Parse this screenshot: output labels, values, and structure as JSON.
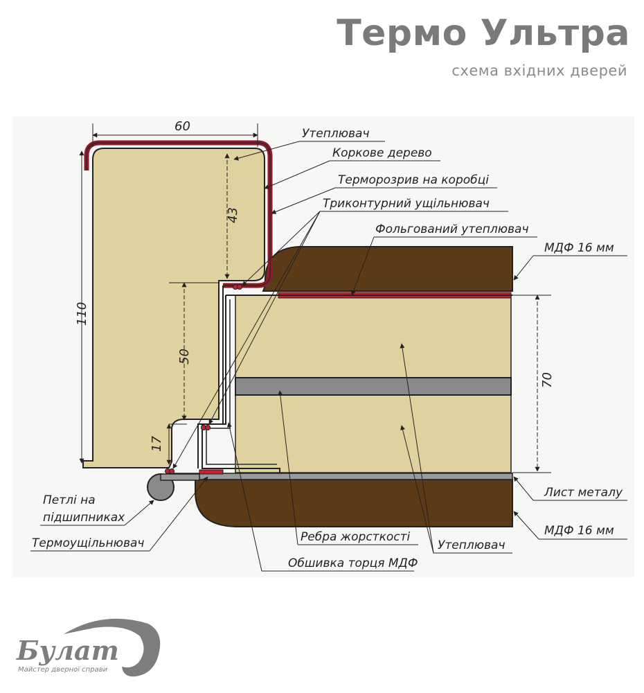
{
  "header": {
    "title": "Термо Ультра",
    "subtitle": "схема вхідних дверей"
  },
  "dimensions": {
    "width_top": "60",
    "height_frame": "110",
    "height_upper": "43",
    "height_middle": "50",
    "height_lower": "17",
    "door_thickness": "70"
  },
  "labels": {
    "insulation_top": "Утеплювач",
    "cork_wood": "Коркове дерево",
    "thermal_break": "Терморозрив на коробці",
    "triple_seal": "Триконтурний   ущільнювач",
    "foil_insulation": "Фольгований утеплювач",
    "mdf_top": "МДФ 16 мм",
    "hinges": "Петлі на",
    "hinges_2": "підшипниках",
    "thermo_seal": "Термоущільнювач",
    "stiffening_ribs": "Ребра жорсткості",
    "insulation_bottom": "Утеплювач",
    "mdf_edge": "Обшивка торця МДФ",
    "metal_sheet": "Лист металу",
    "mdf_bottom": "МДФ 16 мм"
  },
  "logo": {
    "name": "Булат",
    "tagline": "Майстер дверної справи"
  },
  "colors": {
    "frame_fill": "#e0d29e",
    "frame_trim": "#8b1c2b",
    "mdf": "#5c3b19",
    "foil": "#c8202e",
    "rib": "#8a8a8a",
    "title": "#7a7a7a"
  }
}
